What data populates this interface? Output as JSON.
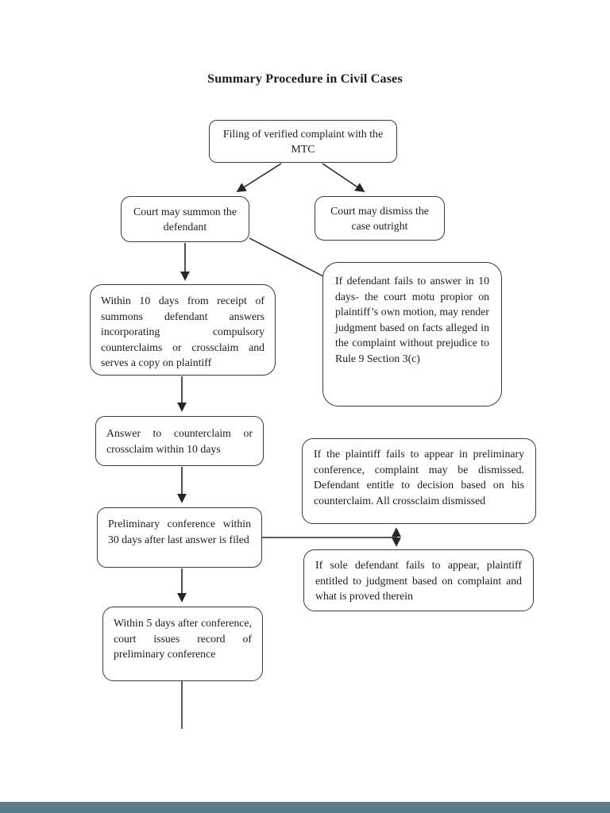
{
  "page": {
    "title": "Summary Procedure in Civil Cases",
    "background_color": "#ffffff",
    "text_color": "#1c1c1c",
    "line_color": "#262626",
    "bottom_bar_color": "#5b7a8a"
  },
  "flowchart": {
    "nodes": {
      "filing": {
        "text": "Filing of verified complaint with the MTC"
      },
      "summon": {
        "text": "Court may summon the defendant"
      },
      "dismiss": {
        "text": "Court may dismiss the case outright"
      },
      "answer": {
        "text": "Within 10 days from receipt of summons defendant answers incorporating compulsory counterclaims or crossclaim and serves a copy on plaintiff"
      },
      "fail_answer": {
        "text": "If defendant fails to answer in 10 days- the court motu propior on plaintiff’s own motion, may render judgment based on facts alleged in the complaint without prejudice to Rule 9 Section 3(c)"
      },
      "counterclaim": {
        "text": "Answer to counterclaim or crossclaim within 10 days"
      },
      "prelim": {
        "text": "Preliminary conference within 30 days after last answer is filed"
      },
      "plaintiff_fails": {
        "text": "If the plaintiff fails to appear in preliminary conference, complaint may be dismissed. Defendant entitle to decision based on his counterclaim. All crossclaim dismissed"
      },
      "defendant_fails": {
        "text": "If sole defendant fails to appear, plaintiff entitled to judgment based on complaint and what is proved therein"
      },
      "record": {
        "text": "Within 5 days after conference, court issues record of preliminary conference"
      }
    }
  }
}
